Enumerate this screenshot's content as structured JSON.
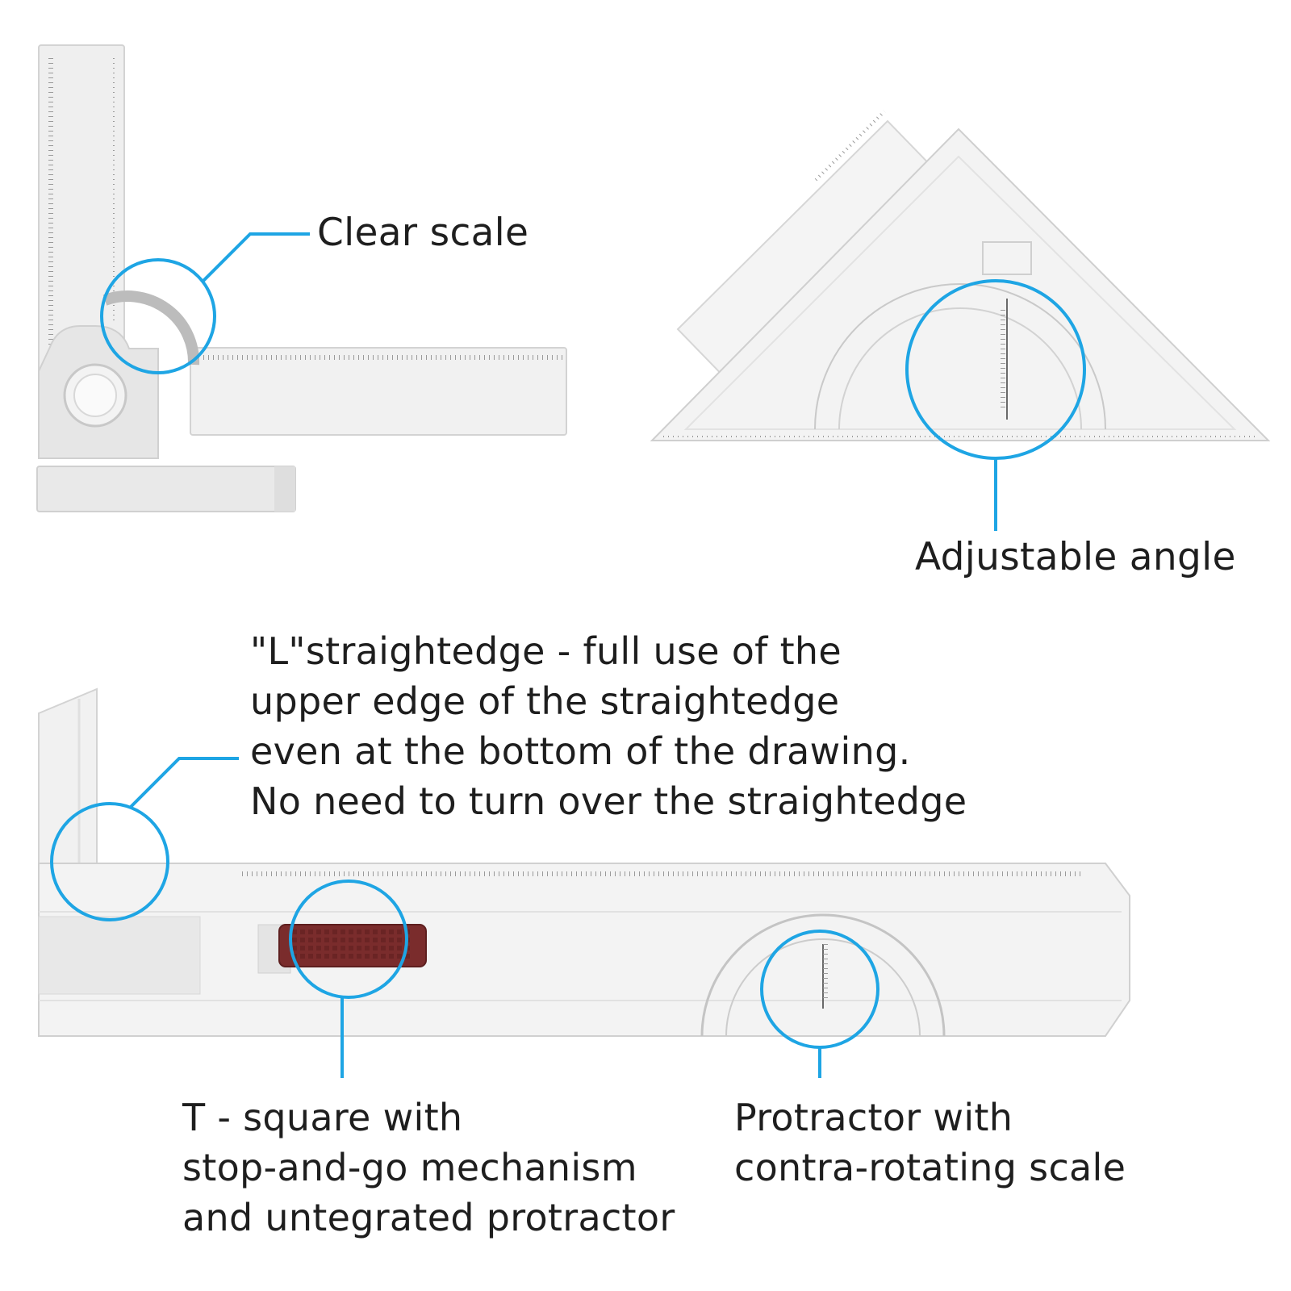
{
  "callouts": {
    "clear_scale": "Clear scale",
    "adjustable_angle": "Adjustable angle",
    "l_straightedge": {
      "lines": [
        "\"L\"straightedge - full use of the",
        "upper edge of the straightedge",
        "even at the bottom of the drawing.",
        "No need to turn over the straightedge"
      ]
    },
    "t_square": {
      "lines": [
        "T - square with",
        "stop-and-go mechanism",
        "and untegrated protractor"
      ]
    },
    "protractor": {
      "lines": [
        "Protractor with",
        "contra-rotating scale"
      ]
    }
  },
  "colors": {
    "callout_line": "#1ea5e4",
    "plastic": "#eeeeee",
    "plastic_edge": "#d2d2d2",
    "slider": "#7a2c2c"
  }
}
